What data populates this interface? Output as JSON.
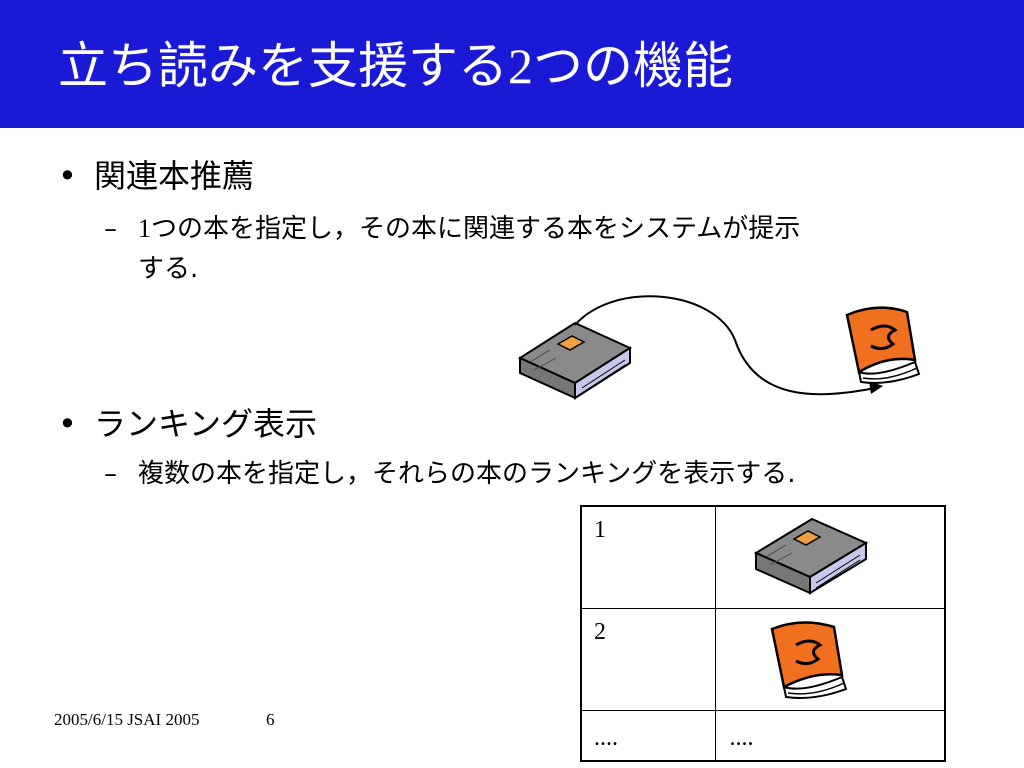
{
  "slide": {
    "title_pre": "立ち読みを支援する",
    "title_num": "2",
    "title_post": "つの機能",
    "bullet_mark": "•",
    "dash_mark": "–",
    "bullets": [
      {
        "label": "関連本推薦",
        "sub_num": "1",
        "sub_line1": "つの本を指定し，その本に関連する本をシステムが提示",
        "sub_line2": "する."
      },
      {
        "label": "ランキング表示",
        "sub_text": "複数の本を指定し，それらの本のランキングを表示する."
      }
    ],
    "ranking_table": {
      "rows": [
        {
          "rank": "1",
          "item_icon": "gray-book-icon",
          "item_text": ""
        },
        {
          "rank": "2",
          "item_icon": "orange-book-icon",
          "item_text": ""
        },
        {
          "rank": "....",
          "item_icon": "",
          "item_text": "...."
        }
      ]
    },
    "footer": "2005/6/15 JSAI 2005",
    "page_number": "6"
  },
  "colors": {
    "title_bar": "#1a1ad6",
    "title_text": "#ffffff",
    "orange_book": "#f07020",
    "gray_book": "#8a8a8a",
    "book_pages": "#c8c8ee"
  },
  "icons": [
    "gray-book-icon",
    "orange-book-icon",
    "curved-arrow-icon"
  ]
}
